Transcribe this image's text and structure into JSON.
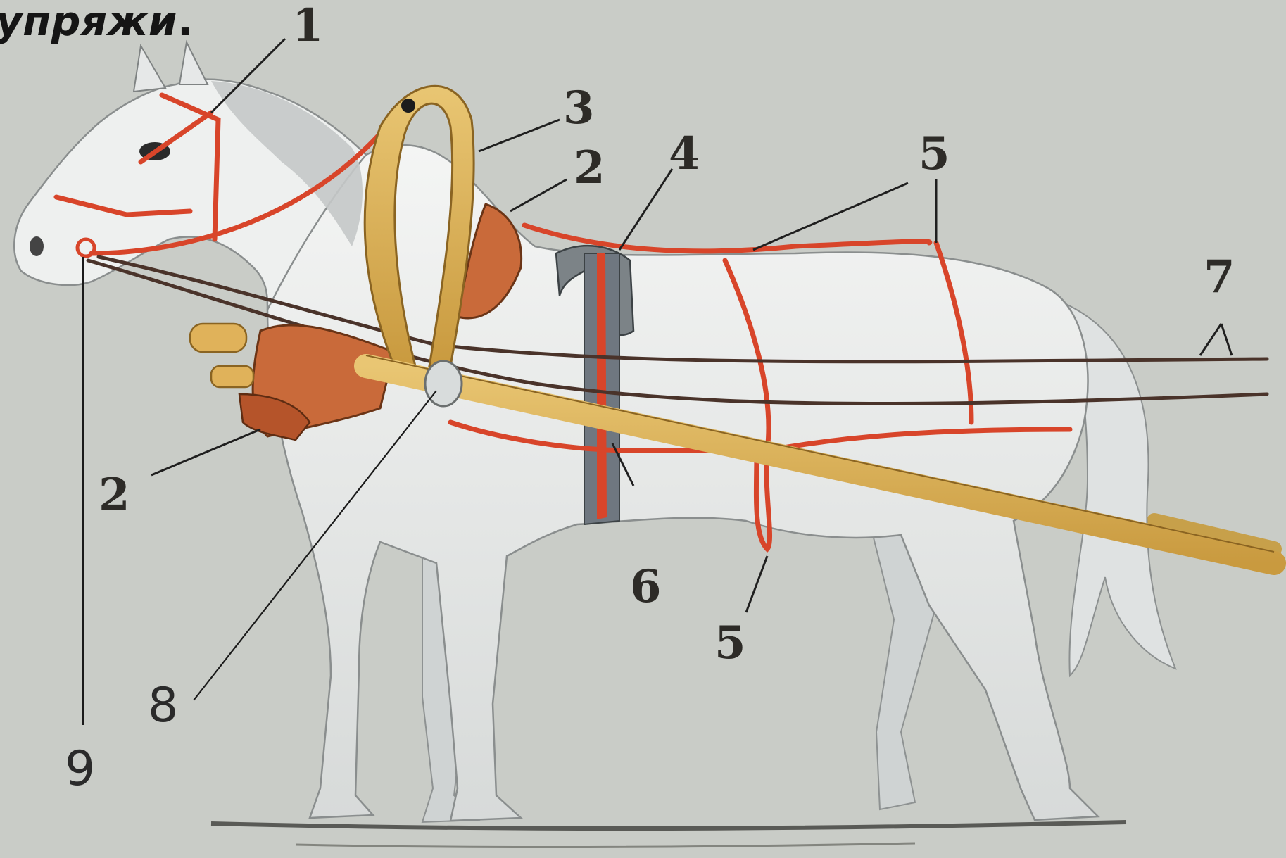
{
  "title": {
    "text": "упряжи",
    "punct": "."
  },
  "labels": {
    "l1": "1",
    "l2a": "2",
    "l2b": "2",
    "l3": "3",
    "l4": "4",
    "l5a": "5",
    "l5b": "5",
    "l6": "6",
    "l7": "7",
    "l8": "8",
    "l9": "9"
  },
  "colors": {
    "background": "#c9ccc7",
    "horse_body": "#eef0ef",
    "harness_red": "#d8452a",
    "shaft_yellow": "#dcb155",
    "reins_dark": "#4a332a"
  }
}
